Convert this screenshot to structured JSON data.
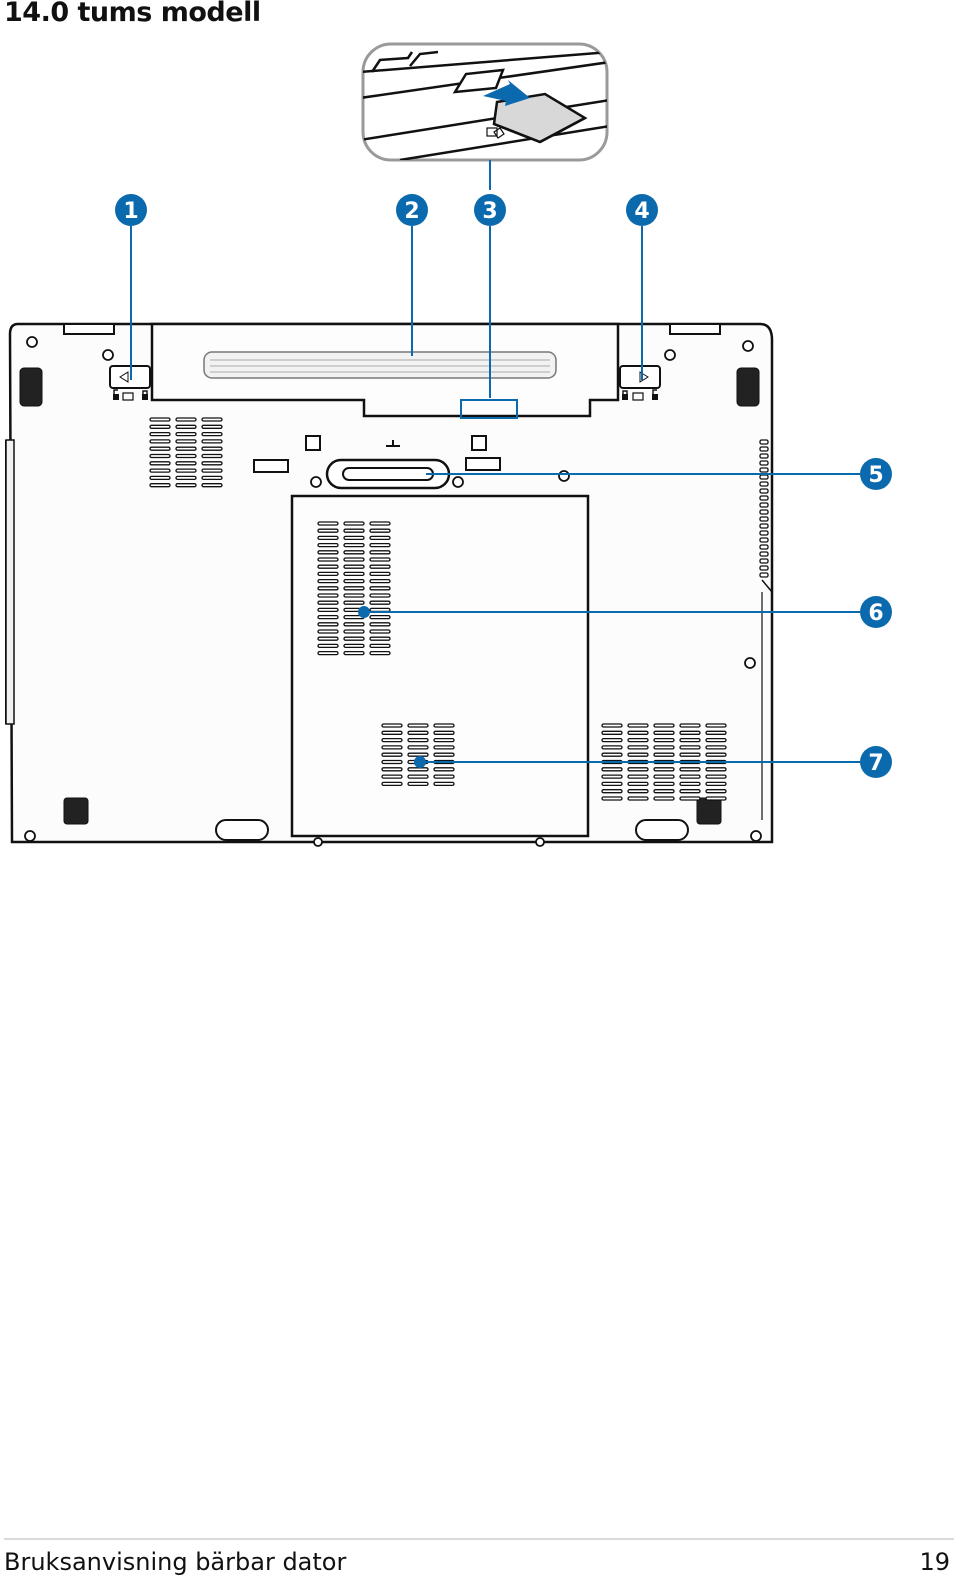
{
  "heading": "14.0 tums modell",
  "diagram": {
    "callouts": [
      "1",
      "2",
      "3",
      "4",
      "5",
      "6",
      "7"
    ],
    "callout_color": "#0b6aad",
    "icons": [
      "lock-icon",
      "unlock-icon",
      "battery-icon",
      "card-icon"
    ]
  },
  "footer": {
    "manual_title": "Bruksanvisning bärbar dator",
    "page_number": "19"
  }
}
